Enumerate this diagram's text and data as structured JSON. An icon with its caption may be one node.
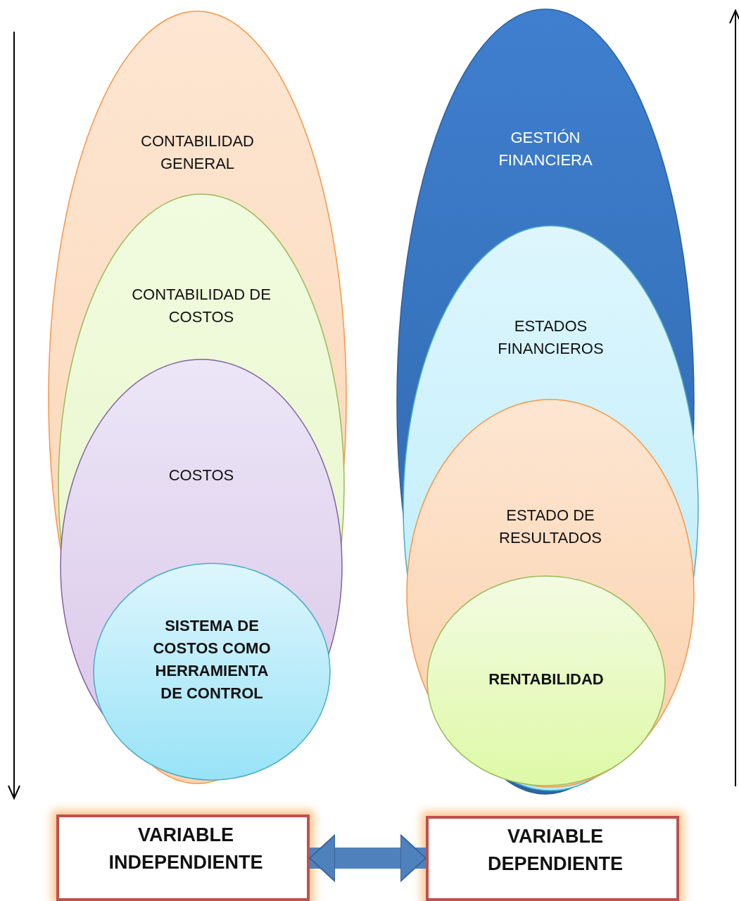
{
  "diagram": {
    "nodes": [
      {
        "text": [
          "CONTABILIDAD GENERAL"
        ]
      },
      {
        "text": [
          "CONTABILIDAD DE COSTOS"
        ],
        "in": 0
      },
      {
        "text": [
          "COSTOS"
        ],
        "in": 1
      },
      {
        "text": [
          "SISTEMA DE COSTOS COMO HERRAMIENTA DE CONTROL"
        ],
        "in": 2
      },
      {
        "text": [
          "GESTIÓN FINANCIERA"
        ]
      },
      {
        "text": [
          "ESTADOS FINANCIEROS"
        ],
        "in": 4
      },
      {
        "text": [
          "ESTADO DE RESULTADOS"
        ],
        "in": 5
      },
      {
        "text": [
          "RENTABILIDAD"
        ],
        "in": 6
      },
      {
        "text": [
          "VARIABLE INDEPENDIENTE"
        ]
      },
      {
        "text": [
          "VARIABLE DEPENDIENTE"
        ]
      }
    ],
    "edges": [
      {
        "from": 8,
        "to": 9,
        "arrow": "both"
      }
    ]
  }
}
